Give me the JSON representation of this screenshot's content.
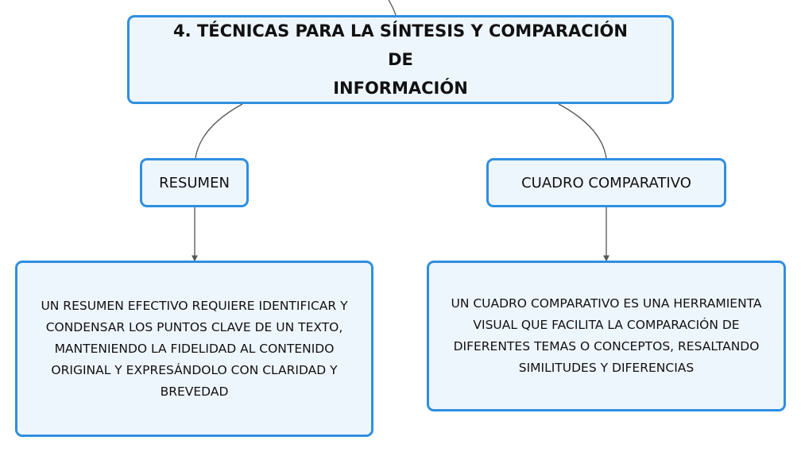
{
  "map": {
    "root": {
      "line1": "4. TÉCNICAS PARA LA SÍNTESIS Y COMPARACIÓN DE",
      "line2": "INFORMACIÓN"
    },
    "branches": [
      {
        "title": "RESUMEN",
        "detail": "UN RESUMEN EFECTIVO REQUIERE IDENTIFICAR Y CONDENSAR LOS PUNTOS CLAVE DE UN TEXTO, MANTENIENDO LA FIDELIDAD AL CONTENIDO ORIGINAL Y EXPRESÁNDOLO CON CLARIDAD Y BREVEDAD"
      },
      {
        "title": "CUADRO COMPARATIVO",
        "detail": "UN CUADRO COMPARATIVO ES UNA HERRAMIENTA VISUAL QUE FACILITA LA COMPARACIÓN DE DIFERENTES TEMAS O CONCEPTOS, RESALTANDO SIMILITUDES Y DIFERENCIAS"
      }
    ]
  },
  "colors": {
    "node_border": "#2f8fe0",
    "node_fill": "#eef6fd",
    "connector": "#555555"
  }
}
